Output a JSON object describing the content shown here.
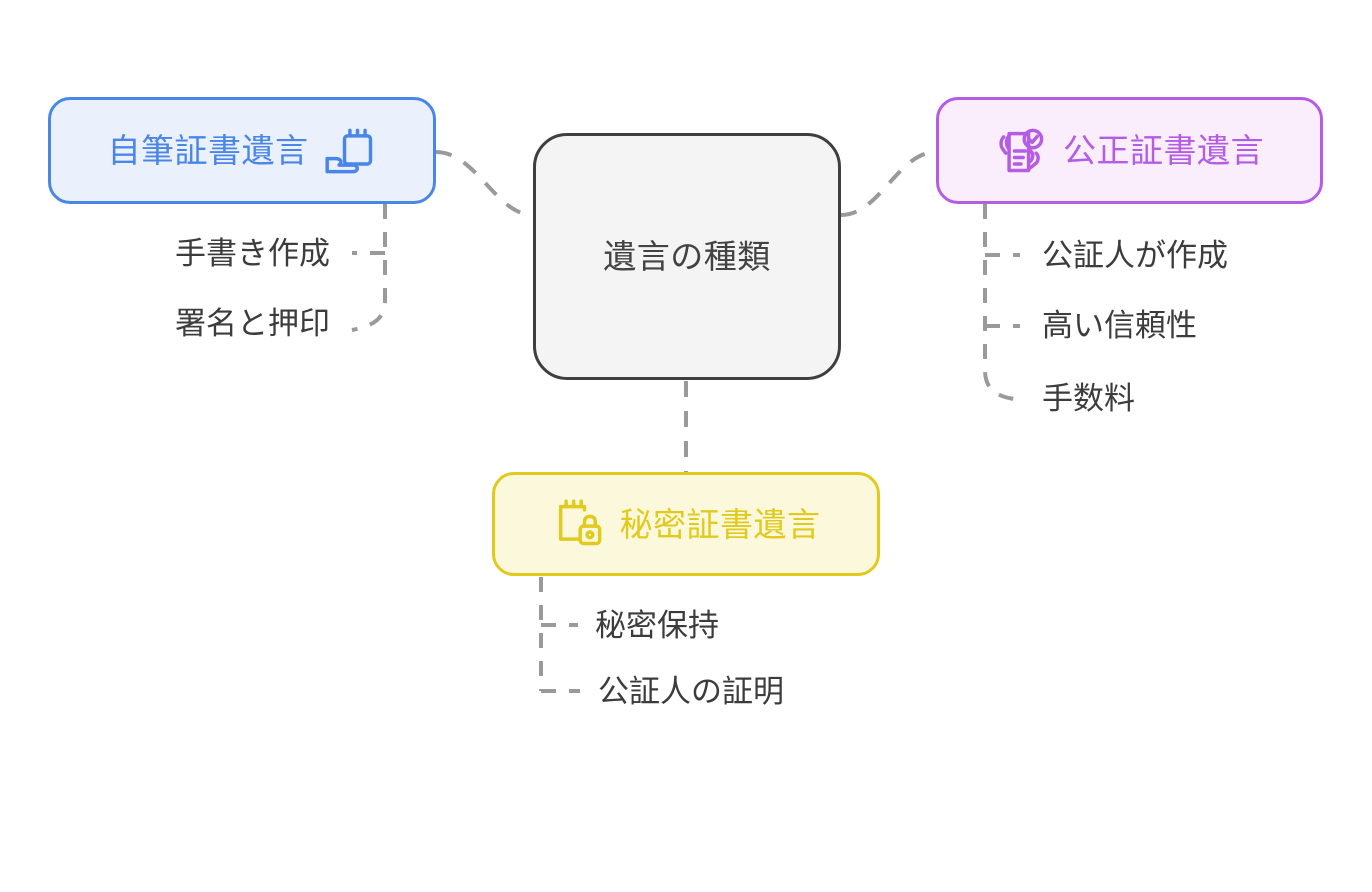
{
  "diagram": {
    "type": "mind-map",
    "background_color": "#ffffff",
    "root": {
      "label": "遺言の種類",
      "text_color": "#434343",
      "border_color": "#3f3f3f",
      "fill_color": "#f4f4f4"
    },
    "branches": [
      {
        "id": "holograph",
        "label": "自筆証書遺言",
        "icon": "notepad-pen-icon",
        "icon_position": "right",
        "accent_color": "#4a86e8",
        "fill_color": "#eaf1fd",
        "position": "left",
        "leaves": [
          {
            "label": "手書き作成"
          },
          {
            "label": "署名と押印"
          }
        ]
      },
      {
        "id": "notarial",
        "label": "公正証書遺言",
        "icon": "document-verified-hands-icon",
        "icon_position": "left",
        "accent_color": "#b45ce4",
        "fill_color": "#faeefd",
        "position": "right",
        "leaves": [
          {
            "label": "公証人が作成"
          },
          {
            "label": "高い信頼性"
          },
          {
            "label": "手数料"
          }
        ]
      },
      {
        "id": "secret",
        "label": "秘密証書遺言",
        "icon": "notepad-lock-icon",
        "icon_position": "left",
        "accent_color": "#e0ca1e",
        "fill_color": "#fcf8dc",
        "position": "bottom",
        "leaves": [
          {
            "label": "秘密保持"
          },
          {
            "label": "公証人の証明"
          }
        ]
      }
    ],
    "connector": {
      "style": "dashed",
      "color": "#9a9a9a",
      "width": 4
    }
  }
}
